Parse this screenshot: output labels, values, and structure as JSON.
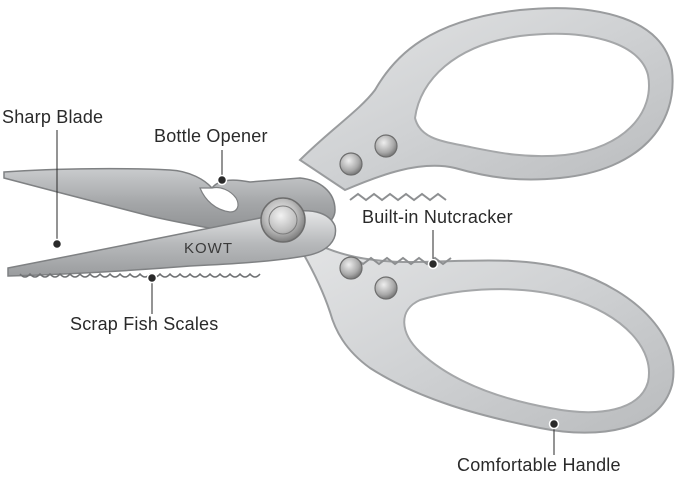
{
  "product": {
    "brand_engraving": "KOWT",
    "colors": {
      "blade": "#a8aaac",
      "handle": "#d4d6d8",
      "handle_edge": "#9a9c9e",
      "pointer": "#2a2a2a"
    }
  },
  "callouts": {
    "sharp_blade": "Sharp Blade",
    "bottle_opener": "Bottle Opener",
    "nutcracker": "Built-in Nutcracker",
    "scrap_fish_scales": "Scrap Fish Scales",
    "comfortable_handle": "Comfortable Handle"
  }
}
